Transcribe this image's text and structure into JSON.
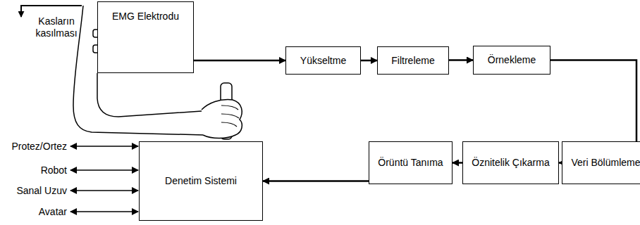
{
  "diagram": {
    "nodes": [
      {
        "text": [
          "EMG Elektrodu"
        ]
      },
      {
        "text": [
          "Yükseltme"
        ]
      },
      {
        "text": [
          "Filtreleme"
        ]
      },
      {
        "text": [
          "Örnekleme"
        ]
      },
      {
        "text": [
          "Veri Bölümleme"
        ]
      },
      {
        "text": [
          "Öznitelik Çıkarma"
        ]
      },
      {
        "text": [
          "Örüntü Tanıma"
        ]
      },
      {
        "text": [
          "Denetim Sistemi"
        ]
      }
    ],
    "edges": [
      {
        "from": 0,
        "to": 1,
        "arrow": "to"
      },
      {
        "from": 1,
        "to": 2,
        "arrow": "to"
      },
      {
        "from": 2,
        "to": 3,
        "arrow": "to"
      },
      {
        "from": 3,
        "to": 4,
        "arrow": "to"
      },
      {
        "from": 4,
        "to": 5,
        "arrow": "to"
      },
      {
        "from": 5,
        "to": 6,
        "arrow": "to"
      },
      {
        "from": 6,
        "to": 7,
        "arrow": "to"
      }
    ],
    "labels": [
      "Kasların kasılması",
      "Protez/Ortez",
      "Robot",
      "Sanal Uzuv",
      "Avatar"
    ]
  }
}
